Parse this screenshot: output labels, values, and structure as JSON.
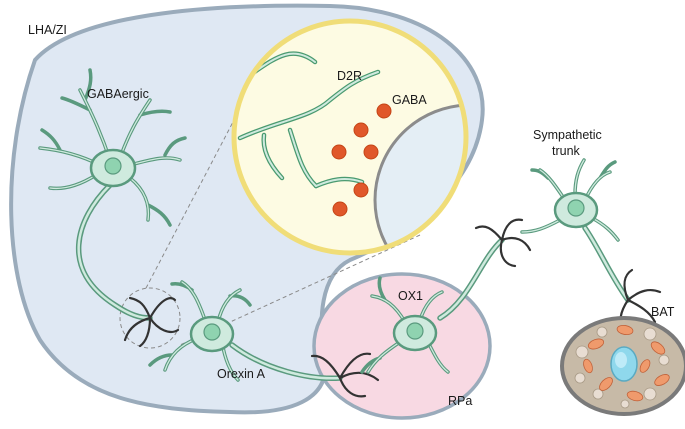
{
  "labels": {
    "region": "LHA/ZI",
    "gabaergic": "GABAergic",
    "d2r": "D2R",
    "gaba": "GABA",
    "sympathetic_1": "Sympathetic",
    "sympathetic_2": "trunk",
    "ox1": "OX1",
    "orexin": "Orexin A",
    "rpa": "RPa",
    "bat": "BAT"
  },
  "colors": {
    "region_fill": "#dfe8f3",
    "region_stroke": "#9aabbb",
    "neuron_fill": "#cfeade",
    "neuron_stroke": "#5a9a7e",
    "nucleus": "#8fd3b0",
    "zoom_fill": "#fdfbe3",
    "zoom_stroke": "#f0dd78",
    "vesicle": "#e0572a",
    "rpa_fill": "#f8d9e3",
    "rpa_stroke": "#9aabbb",
    "bat_fill": "#c7baa7",
    "bat_stroke": "#7a7a7a",
    "mito": "#ef9a6c",
    "droplet": "#e8ddd2",
    "bat_nucleus": "#8fd8ec"
  }
}
